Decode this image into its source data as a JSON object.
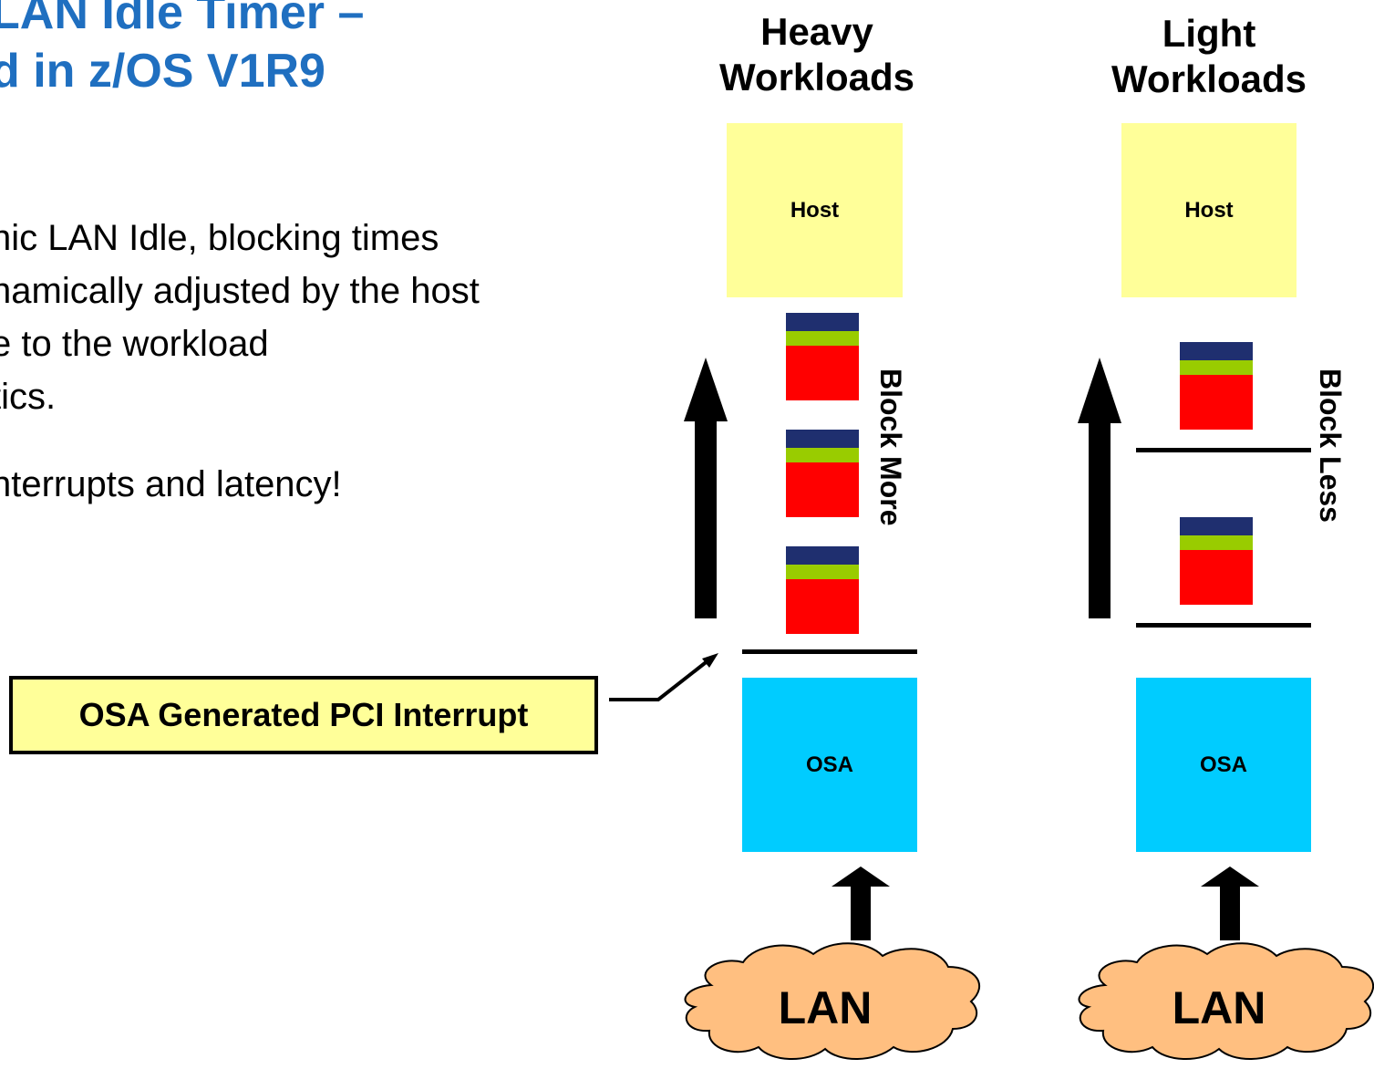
{
  "slide": {
    "title_line1": "LAN Idle Timer –",
    "title_line2": "d in z/OS V1R9",
    "body_lines": [
      "nic LAN Idle, blocking times",
      "namically adjusted by the host",
      "e to the workload",
      "tics."
    ],
    "body_line_2": "nterrupts and latency!"
  },
  "callout": {
    "text": "OSA Generated PCI Interrupt"
  },
  "columns": {
    "heavy": {
      "heading_line1": "Heavy",
      "heading_line2": "Workloads",
      "host_label": "Host",
      "osa_label": "OSA",
      "lan_label": "LAN",
      "block_label": "Block More"
    },
    "light": {
      "heading_line1": "Light",
      "heading_line2": "Workloads",
      "host_label": "Host",
      "osa_label": "OSA",
      "lan_label": "LAN",
      "block_label": "Block Less"
    }
  },
  "colors": {
    "title": "#1f6fc0",
    "host": "#ffff99",
    "osa": "#00ccff",
    "lan": "#ffbf80",
    "packet_header": "#1f2f6f",
    "packet_stripe": "#99cc00",
    "packet_body": "#ff0000"
  }
}
